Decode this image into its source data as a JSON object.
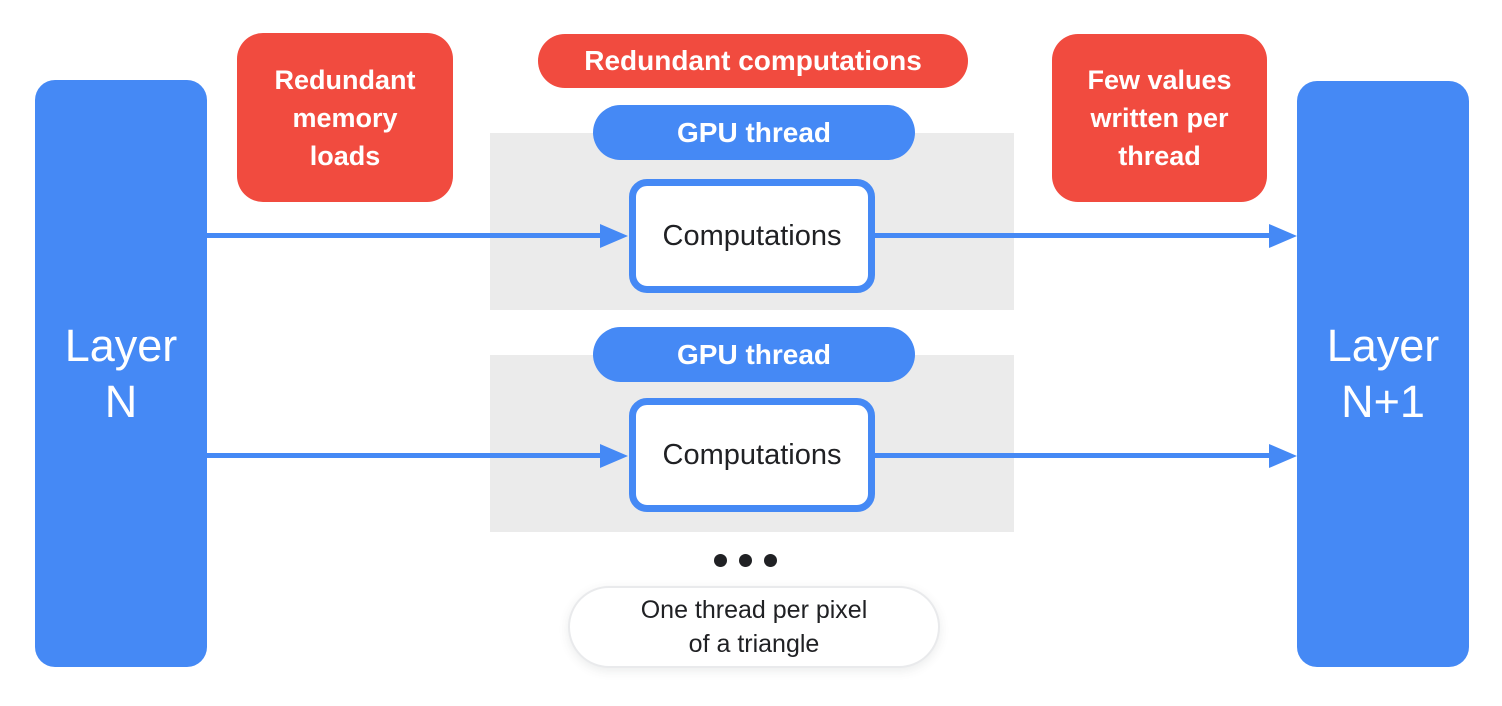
{
  "palette": {
    "blue": "#4589F5",
    "red": "#F14B3F",
    "panel_gray": "#EBEBEB",
    "text_dark": "#202124",
    "text_light": "#FFFFFF"
  },
  "layers": {
    "input_label": "Layer\nN",
    "output_label": "Layer\nN+1"
  },
  "badges": {
    "memory_loads": "Redundant\nmemory\nloads",
    "redundant_computations": "Redundant computations",
    "values_written": "Few values\nwritten per\nthread"
  },
  "thread_groups": [
    {
      "thread_label": "GPU thread",
      "computation_label": "Computations"
    },
    {
      "thread_label": "GPU thread",
      "computation_label": "Computations"
    }
  ],
  "footnote": "One thread per pixel\nof a triangle"
}
